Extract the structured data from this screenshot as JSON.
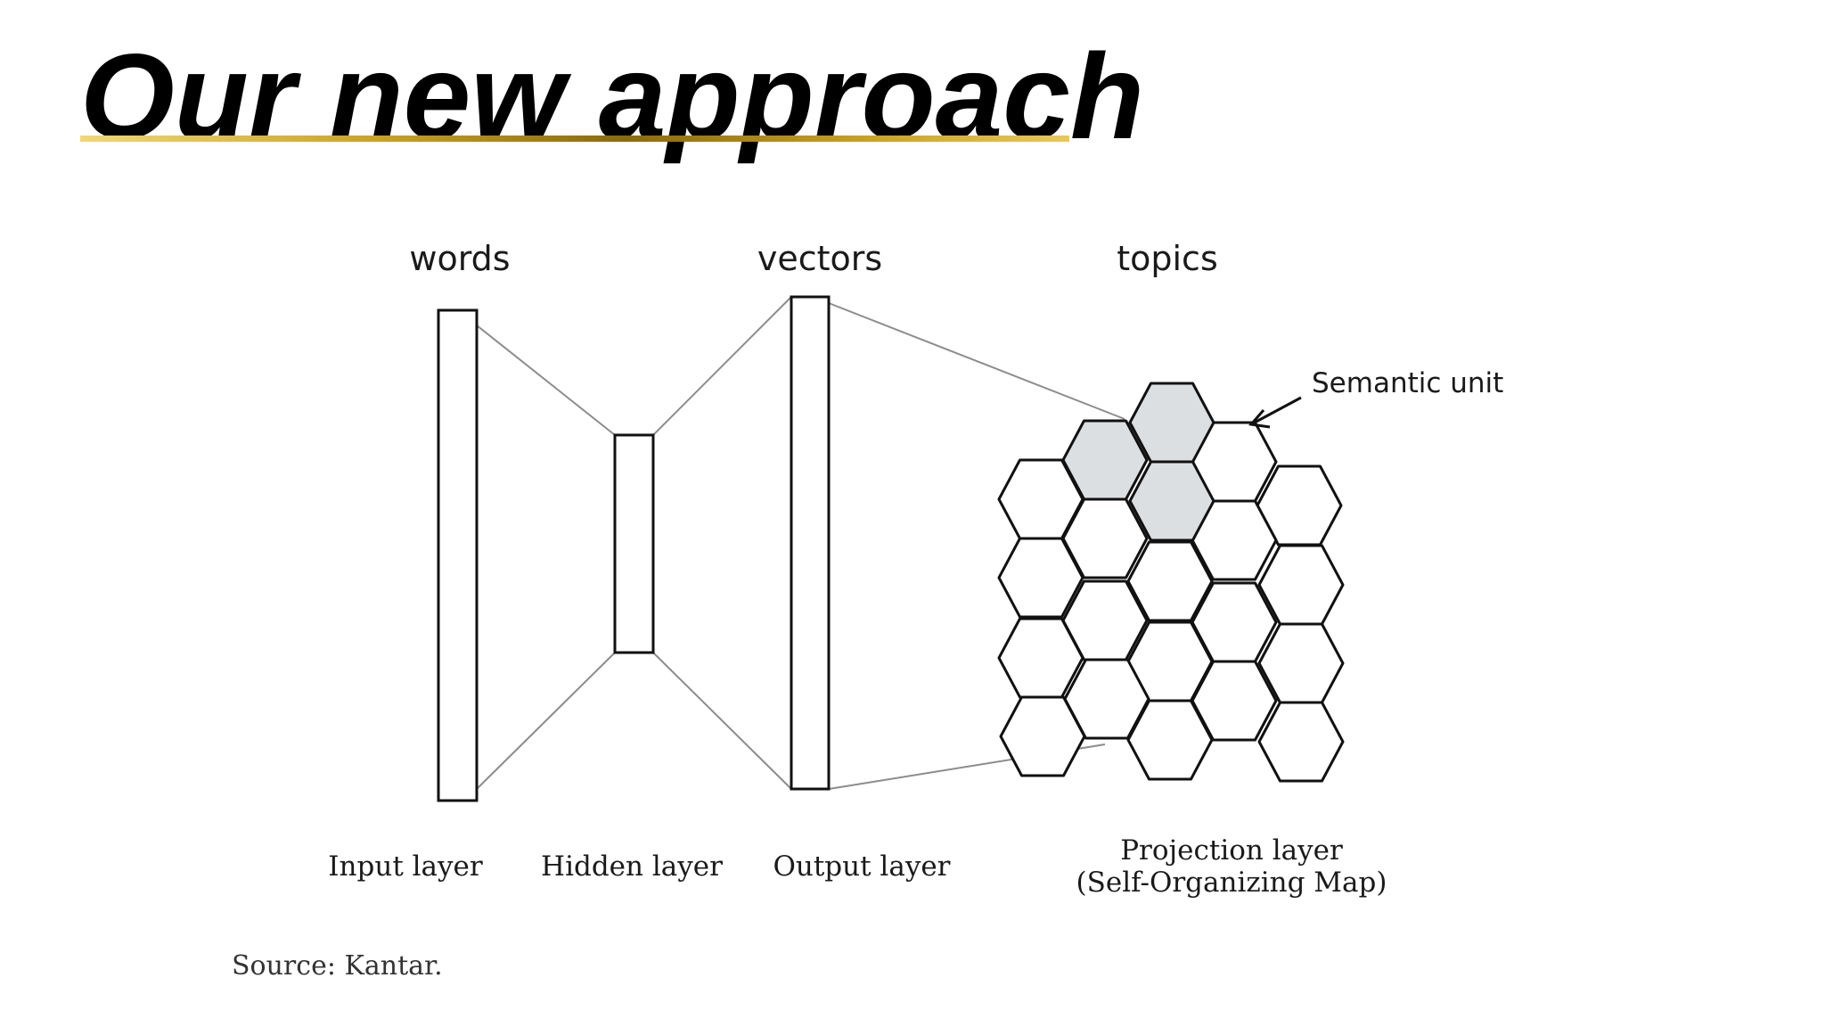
{
  "title": "Our new approach",
  "diagram": {
    "top_labels": {
      "words": "words",
      "vectors": "vectors",
      "topics": "topics"
    },
    "callout": "Semantic unit",
    "layers": {
      "input": "Input layer",
      "hidden": "Hidden layer",
      "output": "Output layer",
      "projection_line1": "Projection layer",
      "projection_line2": "(Self-Organizing Map)"
    },
    "som": {
      "shaded_cells": 3,
      "total_cells": 21,
      "shaded_color": "#dcdfe2"
    }
  },
  "source": "Source: Kantar."
}
